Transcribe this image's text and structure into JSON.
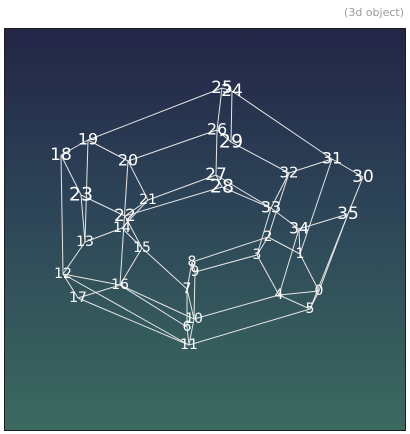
{
  "caption": "(3d object)",
  "colors": {
    "background_top": "#232546",
    "background_bottom": "#3b6a5f",
    "edges": "#e6e6e6",
    "labels": "#ffffff"
  },
  "vertex_labels": [
    "0",
    "1",
    "2",
    "3",
    "4",
    "5",
    "6",
    "7",
    "8",
    "9",
    "10",
    "11",
    "12",
    "13",
    "14",
    "15",
    "16",
    "17",
    "18",
    "19",
    "20",
    "21",
    "22",
    "23",
    "24",
    "25",
    "26",
    "27",
    "28",
    "29",
    "30",
    "31",
    "32",
    "33",
    "34",
    "35"
  ]
}
